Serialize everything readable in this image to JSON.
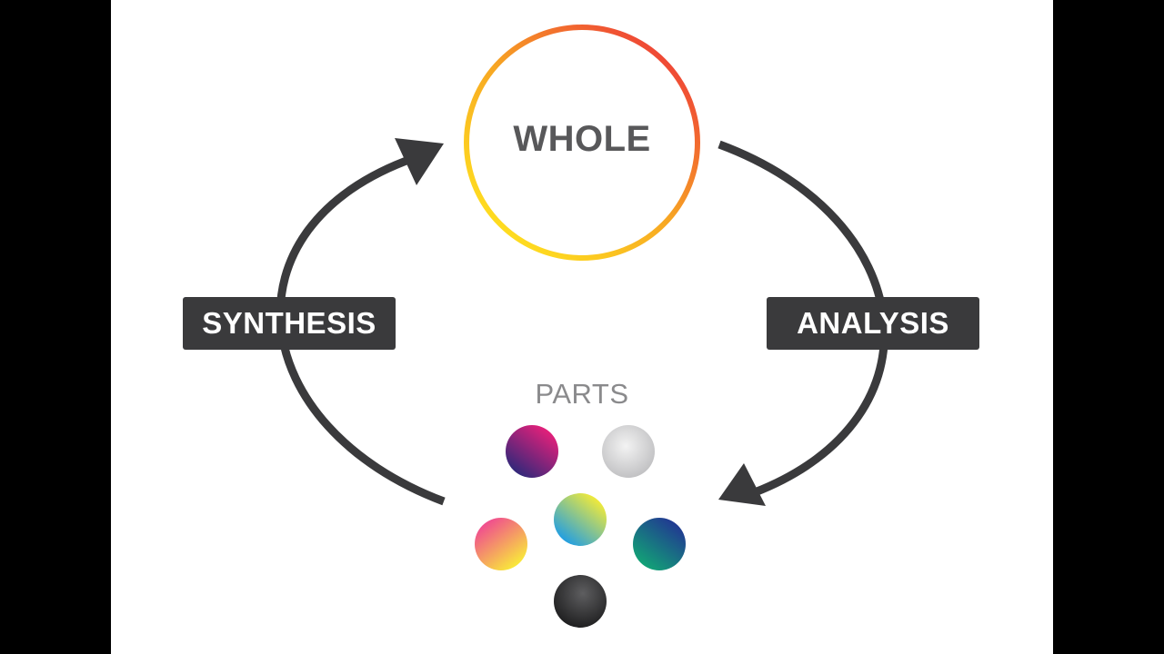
{
  "diagram": {
    "whole_label": "WHOLE",
    "parts_label": "PARTS",
    "synthesis_label": "SYNTHESIS",
    "analysis_label": "ANALYSIS",
    "colors": {
      "arrow": "#3a3a3c",
      "label_bg": "#3a3a3c",
      "ring_gradient": [
        "#ffd21f",
        "#f5a623",
        "#ef4136"
      ]
    },
    "parts": [
      {
        "name": "magenta-purple-part",
        "colors": [
          "#e0207a",
          "#3b2a7a"
        ]
      },
      {
        "name": "silver-part",
        "colors": [
          "#f2f2f2",
          "#bdbdbd"
        ]
      },
      {
        "name": "cyan-yellow-part",
        "colors": [
          "#f4e93a",
          "#2aa8e0"
        ]
      },
      {
        "name": "pink-yellow-part",
        "colors": [
          "#f0508c",
          "#f8e63a"
        ]
      },
      {
        "name": "navy-green-part",
        "colors": [
          "#1f3f8f",
          "#13a078"
        ]
      },
      {
        "name": "black-part",
        "colors": [
          "#5a5a5c",
          "#1a1a1a"
        ]
      }
    ]
  }
}
